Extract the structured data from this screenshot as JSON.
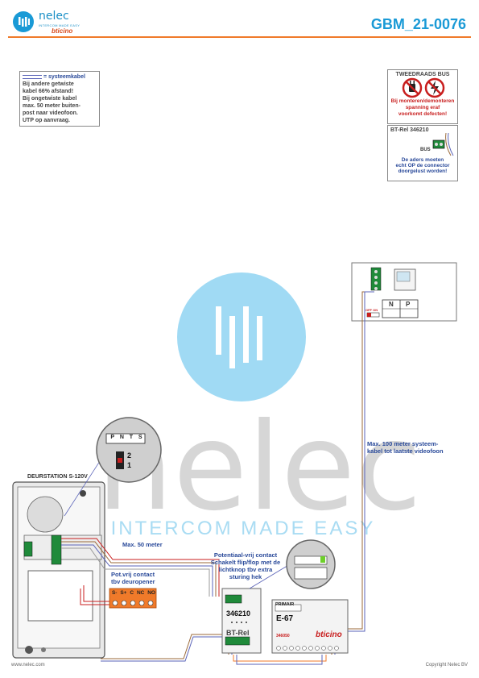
{
  "header": {
    "logo_name": "nelec",
    "logo_tagline": "INTERCOM MADE EASY",
    "logo_sub": "bticino",
    "doc_id": "GBM_21-0076"
  },
  "cable_note": {
    "legend": "= systeemkabel",
    "lines": [
      "Bij andere getwiste",
      "kabel 66% afstand!",
      "Bij ongetwiste kabel",
      "max. 50 meter buiten-",
      "post naar videofoon.",
      "UTP op aanvraag."
    ]
  },
  "bus_warning": {
    "title": "TWEEDRAADS BUS",
    "lines": [
      "Bij monteren/demonteren",
      "spanning eraf",
      "voorkomt defecten!"
    ]
  },
  "btrel_note": {
    "title": "BT-Rel 346210",
    "bus_label": "BUS",
    "lines": [
      "De aders moeten",
      "echt OP de connector",
      "doorgelust worden!"
    ]
  },
  "videophone": {
    "np_labels": [
      "N",
      "P"
    ],
    "offon": "OFF ON"
  },
  "distance_labels": {
    "system_max": [
      "Max. 100 meter systeem-",
      "kabel tot laatste videofoon"
    ],
    "max50": "Max. 50 meter"
  },
  "door_station": {
    "title": "DEURSTATION S-120V",
    "connector_labels": [
      "P",
      "N",
      "T",
      "S"
    ],
    "jumper_labels": [
      "2",
      "1"
    ]
  },
  "contact_note": [
    "Pot.vrij contact",
    "tbv deuropener"
  ],
  "relay_terminals": [
    "S-",
    "S+",
    "C",
    "NC",
    "NO"
  ],
  "flipflop_note": [
    "Potentiaal-vrij contact",
    "Schakelt flip/flop met de",
    "lichtknop tbv extra",
    "sturing hek"
  ],
  "btrel_module": {
    "code": "346210",
    "name": "BT-Rel"
  },
  "power_supply": {
    "primair": "PRIMAIR",
    "model": "E-67",
    "code": "346050",
    "brand": "bticino"
  },
  "watermark": {
    "word": "nelec",
    "tagline": "INTERCOM MADE EASY"
  },
  "footer": {
    "left": "www.nelec.com",
    "right": "Copyright Nelec BV"
  },
  "colors": {
    "brand_blue": "#1a9ad6",
    "watermark_blue": "#8fd3f2",
    "accent_orange": "#f07a2a",
    "wire_blue": "#5a63b8",
    "wire_red": "#d23232",
    "wire_brown": "#9b6a3a"
  }
}
